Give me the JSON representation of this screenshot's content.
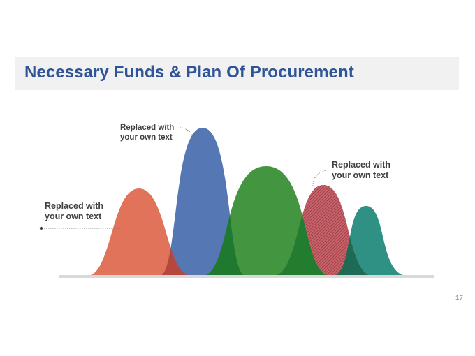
{
  "slide": {
    "title": "Necessary Funds & Plan Of Procurement",
    "page_number": "17"
  },
  "callouts": [
    {
      "line1": "Replaced with",
      "line2": "your own text"
    },
    {
      "line1": "Replaced with",
      "line2": "your own text"
    },
    {
      "line1": "Replaced with",
      "line2": "your own text"
    }
  ],
  "colors": {
    "title": "#2f5597",
    "title_band": "#f1f1f2",
    "peaks": [
      "#e0735a",
      "#5578b4",
      "#43963f",
      "#b8484f",
      "#2f9184"
    ],
    "overlaps": [
      "#b5473f",
      "#1f7a30",
      "#1f6a55"
    ],
    "baseline": "#d9d9d9"
  },
  "peaks": [
    {
      "name": "orange-peak",
      "hatched": false
    },
    {
      "name": "blue-peak",
      "hatched": false
    },
    {
      "name": "green-peak",
      "hatched": false
    },
    {
      "name": "red-peak",
      "hatched": true
    },
    {
      "name": "teal-peak",
      "hatched": false
    }
  ]
}
